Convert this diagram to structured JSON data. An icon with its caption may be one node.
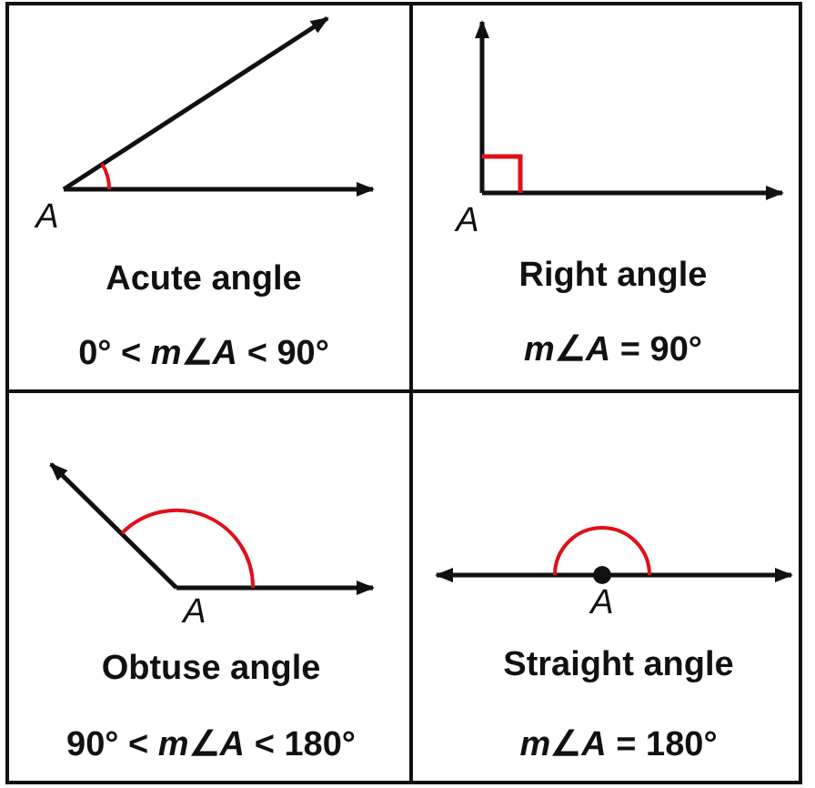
{
  "diagram": {
    "labels": [
      "A",
      "A",
      "Acute angle",
      "Right angle",
      "0° < *m*∠*A* < 90°",
      "*m*∠*A* = 90°",
      "A",
      "A",
      "Obtuse angle",
      "Straight angle",
      "90° < *m*∠*A* < 180°",
      "*m*∠*A* = 180°"
    ]
  }
}
